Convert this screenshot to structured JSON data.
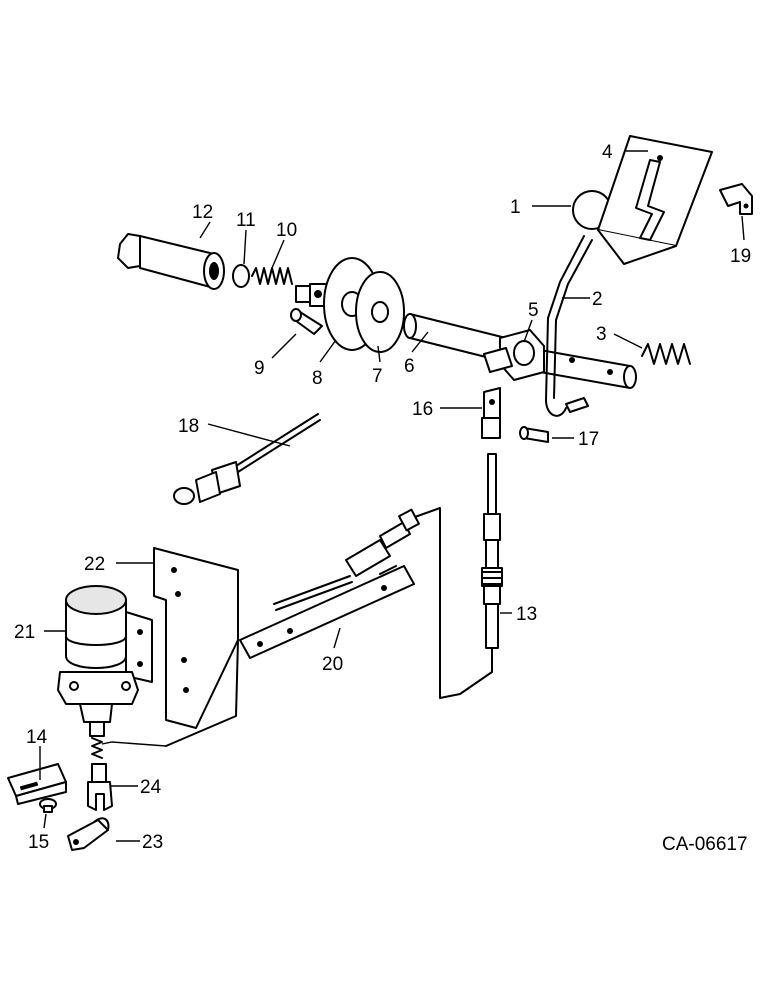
{
  "diagram": {
    "reference_code": "CA-06617",
    "callouts": [
      "1",
      "2",
      "3",
      "4",
      "5",
      "6",
      "7",
      "8",
      "9",
      "10",
      "11",
      "12",
      "13",
      "14",
      "15",
      "16",
      "17",
      "18",
      "19",
      "20",
      "21",
      "22",
      "23",
      "24"
    ]
  }
}
